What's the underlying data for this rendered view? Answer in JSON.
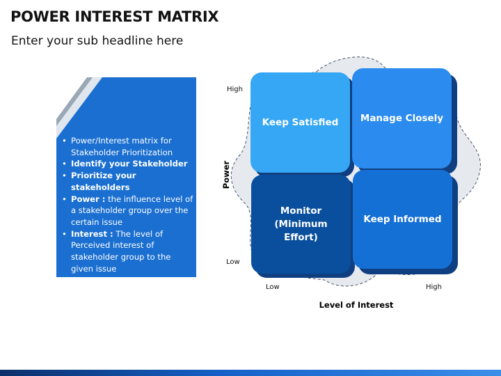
{
  "header": {
    "title": "POWER INTEREST MATRIX",
    "subtitle": "Enter your sub headline here"
  },
  "panel": {
    "items": [
      {
        "bold": "",
        "text": "Power/Interest matrix for Stakeholder Prioritization"
      },
      {
        "bold": "Identify your Stakeholder",
        "text": ""
      },
      {
        "bold": "Prioritize your stakeholders",
        "text": ""
      },
      {
        "bold": "Power :",
        "text": " the influence level of a stakeholder group over the certain issue"
      },
      {
        "bold": "Interest :",
        "text": " The level of Perceived interest of stakeholder group to the given issue"
      }
    ]
  },
  "matrix": {
    "y_axis_title": "Power",
    "x_axis_title": "Level of Interest",
    "y_high": "High",
    "y_low": "Low",
    "x_low": "Low",
    "x_high": "High",
    "quadrants": {
      "top_left": "Keep Satisfied",
      "top_right": "Manage Closely",
      "bottom_left": "Monitor (Minimum Effort)",
      "bottom_right": "Keep Informed"
    }
  },
  "colors": {
    "panel": "#1a6fd1",
    "keep_satisfied": "#36a7f4",
    "manage_closely": "#2b8bee",
    "monitor": "#0a4f9d",
    "keep_informed": "#1570d6"
  }
}
